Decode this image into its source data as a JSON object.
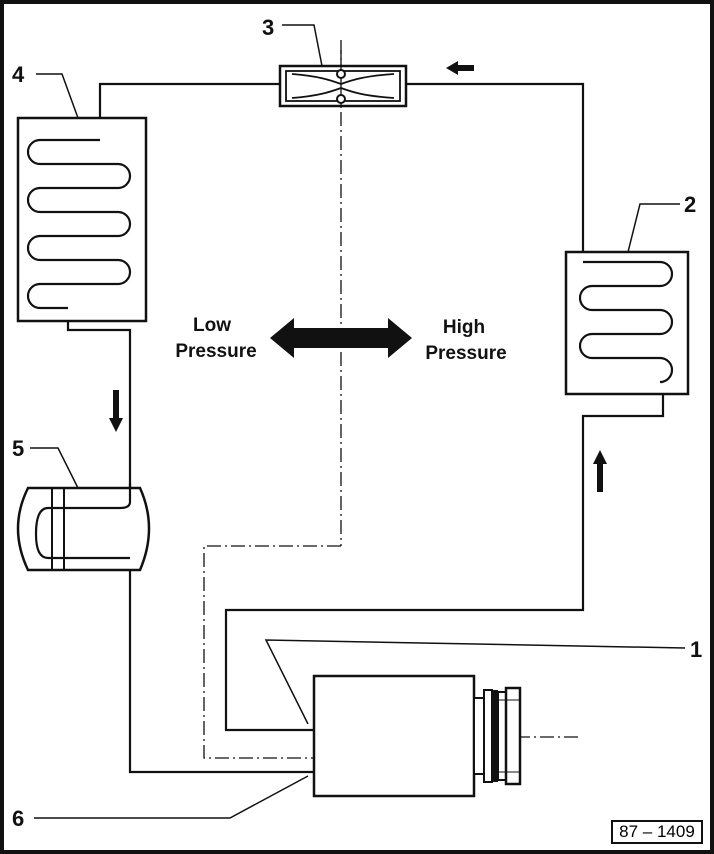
{
  "callouts": {
    "compressor": "1",
    "condenser": "2",
    "expansion_valve": "3",
    "evaporator": "4",
    "receiver_drier": "5",
    "dividing_line": "6"
  },
  "pressure_sides": {
    "low_line1": "Low",
    "low_line2": "Pressure",
    "high_line1": "High",
    "high_line2": "Pressure"
  },
  "figure_id": "87 – 1409",
  "colors": {
    "line": "#111111",
    "background": "#ffffff"
  }
}
